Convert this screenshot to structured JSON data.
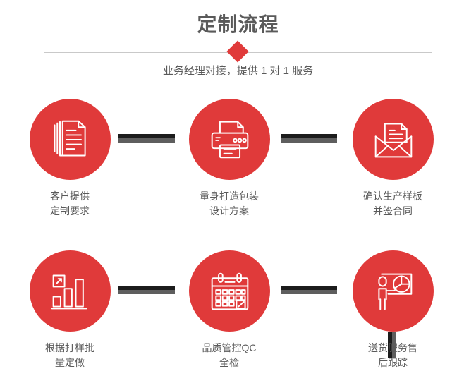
{
  "header": {
    "title": "定制流程",
    "subtitle": "业务经理对接，提供 1 对 1 服务",
    "accent_color": "#e03a3a",
    "text_color": "#5a5a5a",
    "rule_color": "#c9c9c9",
    "diamond_shape": "diamond-marker"
  },
  "flow": {
    "connector_colors": {
      "dark": "#1c1c1c",
      "light": "#5e5e5e"
    },
    "steps": [
      {
        "index": 1,
        "icon": "documents-stack-icon",
        "label": "客户提供\n定制要求"
      },
      {
        "index": 2,
        "icon": "printer-icon",
        "label": "量身打造包装\n设计方案"
      },
      {
        "index": 3,
        "icon": "envelope-document-icon",
        "label": "确认生产样板\n并签合同"
      },
      {
        "index": 4,
        "icon": "bar-chart-growth-icon",
        "label": "根据打样批\n量定做"
      },
      {
        "index": 5,
        "icon": "calendar-check-icon",
        "label": "品质管控QC\n全检"
      },
      {
        "index": 6,
        "icon": "presenter-pie-chart-icon",
        "label": "送货服务售\n后跟踪"
      }
    ]
  }
}
